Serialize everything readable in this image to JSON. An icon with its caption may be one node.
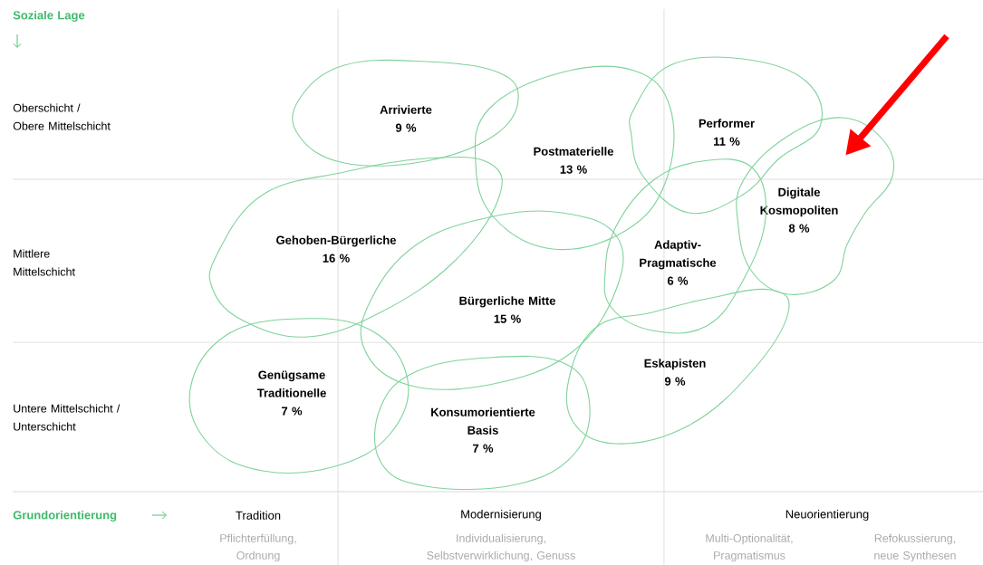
{
  "diagram": {
    "nodes": [
      {
        "text": [
          "Arrivierte",
          "9 %"
        ]
      },
      {
        "text": [
          "Postmaterielle",
          "13 %"
        ]
      },
      {
        "text": [
          "Performer",
          "11 %"
        ]
      },
      {
        "text": [
          "Digitale Kosmopoliten",
          "8 %"
        ]
      },
      {
        "text": [
          "Gehoben-Bürgerliche",
          "16 %"
        ]
      },
      {
        "text": [
          "Bürgerliche Mitte",
          "15 %"
        ]
      },
      {
        "text": [
          "Adaptiv-Pragmatische",
          "6 %"
        ]
      },
      {
        "text": [
          "Genügsame Traditionelle",
          "7 %"
        ]
      },
      {
        "text": [
          "Konsumorientierte Basis",
          "7 %"
        ]
      },
      {
        "text": [
          "Eskapisten",
          "9 %"
        ]
      }
    ],
    "edges": [
      {
        "from": null,
        "to": 3,
        "arrow": "to",
        "color": "#ff0000"
      }
    ],
    "labels": [
      "Soziale Lage",
      "Oberschicht / Obere Mittelschicht",
      "Mittlere Mittelschicht",
      "Untere Mittelschicht / Unterschicht",
      "Grundorientierung",
      "Tradition",
      "Pflichterfüllung, Ordnung",
      "Modernisierung",
      "Individualisierung, Selbstverwirklichung, Genuss",
      "Neuorientierung",
      "Multi-Optionalität, Pragmatismus",
      "Refokussierung, neue Synthesen"
    ]
  }
}
